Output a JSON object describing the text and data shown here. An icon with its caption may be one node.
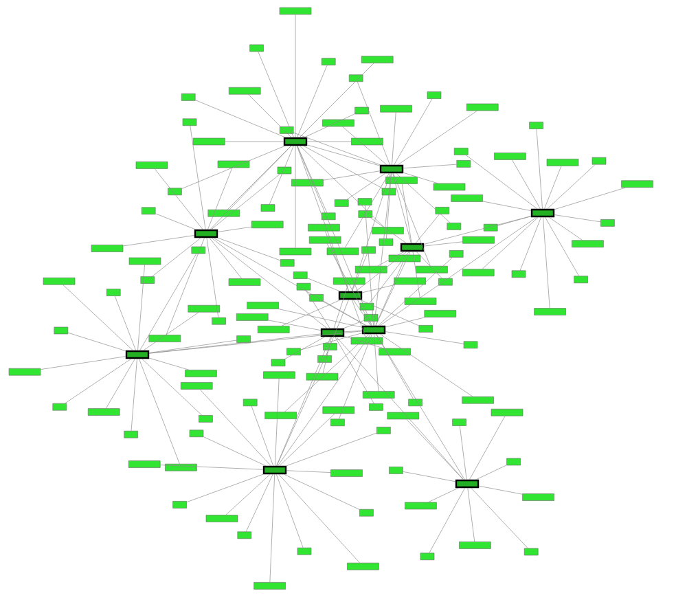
{
  "diagram": {
    "nodes": [
      {
        "text": [],
        "shape": "box"
      },
      {
        "text": [],
        "shape": "box"
      },
      {
        "text": [],
        "shape": "box"
      },
      {
        "text": [],
        "shape": "box"
      },
      {
        "text": [],
        "shape": "box"
      },
      {
        "text": [],
        "shape": "box"
      },
      {
        "text": [],
        "shape": "box"
      },
      {
        "text": [],
        "shape": "box"
      },
      {
        "text": [],
        "shape": "box"
      },
      {
        "text": [],
        "shape": "box"
      },
      {
        "text": [],
        "shape": "box"
      },
      {
        "text": [],
        "shape": "box"
      },
      {
        "text": [],
        "shape": "box"
      },
      {
        "text": [],
        "shape": "box"
      },
      {
        "text": [],
        "shape": "box"
      },
      {
        "text": [],
        "shape": "box"
      },
      {
        "text": [],
        "shape": "box"
      },
      {
        "text": [],
        "shape": "box"
      },
      {
        "text": [],
        "shape": "box"
      },
      {
        "text": [],
        "shape": "box"
      },
      {
        "text": [],
        "shape": "box"
      },
      {
        "text": [],
        "shape": "box"
      },
      {
        "text": [],
        "shape": "box"
      },
      {
        "text": [],
        "shape": "box"
      },
      {
        "text": [],
        "shape": "box"
      },
      {
        "text": [],
        "shape": "box"
      },
      {
        "text": [],
        "shape": "box"
      },
      {
        "text": [],
        "shape": "box"
      },
      {
        "text": [],
        "shape": "box"
      },
      {
        "text": [],
        "shape": "box"
      },
      {
        "text": [],
        "shape": "box"
      },
      {
        "text": [],
        "shape": "box"
      },
      {
        "text": [],
        "shape": "box"
      },
      {
        "text": [],
        "shape": "box"
      },
      {
        "text": [],
        "shape": "box"
      },
      {
        "text": [],
        "shape": "box"
      },
      {
        "text": [],
        "shape": "box"
      },
      {
        "text": [],
        "shape": "box"
      },
      {
        "text": [],
        "shape": "box"
      },
      {
        "text": [],
        "shape": "box"
      },
      {
        "text": [],
        "shape": "box"
      },
      {
        "text": [],
        "shape": "box"
      },
      {
        "text": [],
        "shape": "box"
      },
      {
        "text": [],
        "shape": "box"
      },
      {
        "text": [],
        "shape": "box"
      },
      {
        "text": [],
        "shape": "box"
      },
      {
        "text": [],
        "shape": "box"
      },
      {
        "text": [],
        "shape": "box"
      },
      {
        "text": [],
        "shape": "box"
      },
      {
        "text": [],
        "shape": "box"
      },
      {
        "text": [],
        "shape": "box"
      },
      {
        "text": [],
        "shape": "box"
      },
      {
        "text": [],
        "shape": "box"
      },
      {
        "text": [],
        "shape": "box"
      },
      {
        "text": [],
        "shape": "box"
      },
      {
        "text": [],
        "shape": "box"
      },
      {
        "text": [],
        "shape": "box"
      },
      {
        "text": [],
        "shape": "box"
      },
      {
        "text": [],
        "shape": "box"
      },
      {
        "text": [],
        "shape": "box"
      },
      {
        "text": [],
        "shape": "box"
      },
      {
        "text": [],
        "shape": "box"
      },
      {
        "text": [],
        "shape": "box"
      },
      {
        "text": [],
        "shape": "box"
      },
      {
        "text": [],
        "shape": "box"
      },
      {
        "text": [],
        "shape": "box"
      },
      {
        "text": [],
        "shape": "box"
      },
      {
        "text": [],
        "shape": "box"
      },
      {
        "text": [],
        "shape": "box"
      },
      {
        "text": [],
        "shape": "box"
      },
      {
        "text": [],
        "shape": "box"
      },
      {
        "text": [],
        "shape": "box"
      },
      {
        "text": [],
        "shape": "box"
      },
      {
        "text": [],
        "shape": "box"
      },
      {
        "text": [],
        "shape": "box"
      },
      {
        "text": [],
        "shape": "box"
      },
      {
        "text": [],
        "shape": "box"
      },
      {
        "text": [],
        "shape": "box"
      },
      {
        "text": [],
        "shape": "box"
      },
      {
        "text": [],
        "shape": "box"
      },
      {
        "text": [],
        "shape": "box"
      },
      {
        "text": [],
        "shape": "box"
      },
      {
        "text": [],
        "shape": "box"
      },
      {
        "text": [],
        "shape": "box"
      },
      {
        "text": [],
        "shape": "box"
      },
      {
        "text": [],
        "shape": "box"
      },
      {
        "text": [],
        "shape": "box"
      },
      {
        "text": [],
        "shape": "box"
      },
      {
        "text": [],
        "shape": "box"
      },
      {
        "text": [],
        "shape": "box"
      },
      {
        "text": [],
        "shape": "box"
      },
      {
        "text": [],
        "shape": "box"
      },
      {
        "text": [],
        "shape": "box"
      },
      {
        "text": [],
        "shape": "box"
      },
      {
        "text": [],
        "shape": "box"
      },
      {
        "text": [],
        "shape": "box"
      },
      {
        "text": [],
        "shape": "box"
      },
      {
        "text": [],
        "shape": "box"
      },
      {
        "text": [],
        "shape": "box"
      },
      {
        "text": [],
        "shape": "box"
      },
      {
        "text": [],
        "shape": "box"
      },
      {
        "text": [],
        "shape": "box"
      },
      {
        "text": [],
        "shape": "box"
      },
      {
        "text": [],
        "shape": "box"
      },
      {
        "text": [],
        "shape": "box"
      },
      {
        "text": [],
        "shape": "box"
      },
      {
        "text": [],
        "shape": "box"
      },
      {
        "text": [],
        "shape": "box"
      },
      {
        "text": [],
        "shape": "box"
      },
      {
        "text": [],
        "shape": "box"
      },
      {
        "text": [],
        "shape": "box"
      },
      {
        "text": [],
        "shape": "box"
      },
      {
        "text": [],
        "shape": "box"
      },
      {
        "text": [],
        "shape": "box"
      },
      {
        "text": [],
        "shape": "box"
      },
      {
        "text": [],
        "shape": "box"
      },
      {
        "text": [],
        "shape": "box"
      },
      {
        "text": [],
        "shape": "box"
      },
      {
        "text": [],
        "shape": "box"
      },
      {
        "text": [],
        "shape": "box"
      },
      {
        "text": [],
        "shape": "box"
      },
      {
        "text": [],
        "shape": "box"
      },
      {
        "text": [],
        "shape": "box"
      },
      {
        "text": [],
        "shape": "box"
      },
      {
        "text": [],
        "shape": "box"
      },
      {
        "text": [],
        "shape": "box"
      },
      {
        "text": [],
        "shape": "box"
      },
      {
        "text": [],
        "shape": "box"
      },
      {
        "text": [],
        "shape": "box"
      },
      {
        "text": [],
        "shape": "box"
      },
      {
        "text": [],
        "shape": "box"
      },
      {
        "text": [],
        "shape": "box"
      },
      {
        "text": [],
        "shape": "box"
      },
      {
        "text": [],
        "shape": "box"
      },
      {
        "text": [],
        "shape": "box"
      },
      {
        "text": [],
        "shape": "box"
      },
      {
        "text": [],
        "shape": "box"
      },
      {
        "text": [],
        "shape": "box"
      },
      {
        "text": [],
        "shape": "box"
      },
      {
        "text": [],
        "shape": "box"
      },
      {
        "text": [],
        "shape": "box"
      },
      {
        "text": [],
        "shape": "box"
      },
      {
        "text": [],
        "shape": "box"
      },
      {
        "text": [],
        "shape": "box"
      },
      {
        "text": [],
        "shape": "box"
      }
    ],
    "edges": [
      {
        "from": 0,
        "to": 11,
        "arrow": "none"
      },
      {
        "from": 0,
        "to": 12,
        "arrow": "none"
      },
      {
        "from": 0,
        "to": 13,
        "arrow": "none"
      },
      {
        "from": 0,
        "to": 14,
        "arrow": "none"
      },
      {
        "from": 0,
        "to": 15,
        "arrow": "none"
      },
      {
        "from": 0,
        "to": 16,
        "arrow": "none"
      },
      {
        "from": 0,
        "to": 17,
        "arrow": "none"
      },
      {
        "from": 0,
        "to": 18,
        "arrow": "none"
      },
      {
        "from": 0,
        "to": 19,
        "arrow": "none"
      },
      {
        "from": 0,
        "to": 20,
        "arrow": "none"
      },
      {
        "from": 0,
        "to": 21,
        "arrow": "none"
      },
      {
        "from": 0,
        "to": 22,
        "arrow": "none"
      },
      {
        "from": 0,
        "to": 23,
        "arrow": "none"
      },
      {
        "from": 0,
        "to": 24,
        "arrow": "none"
      },
      {
        "from": 0,
        "to": 25,
        "arrow": "none"
      },
      {
        "from": 0,
        "to": 26,
        "arrow": "none"
      },
      {
        "from": 1,
        "to": 27,
        "arrow": "none"
      },
      {
        "from": 1,
        "to": 28,
        "arrow": "none"
      },
      {
        "from": 1,
        "to": 29,
        "arrow": "none"
      },
      {
        "from": 1,
        "to": 30,
        "arrow": "none"
      },
      {
        "from": 1,
        "to": 31,
        "arrow": "none"
      },
      {
        "from": 1,
        "to": 32,
        "arrow": "none"
      },
      {
        "from": 1,
        "to": 33,
        "arrow": "none"
      },
      {
        "from": 1,
        "to": 34,
        "arrow": "none"
      },
      {
        "from": 1,
        "to": 35,
        "arrow": "none"
      },
      {
        "from": 1,
        "to": 36,
        "arrow": "none"
      },
      {
        "from": 1,
        "to": 37,
        "arrow": "none"
      },
      {
        "from": 1,
        "to": 38,
        "arrow": "none"
      },
      {
        "from": 1,
        "to": 39,
        "arrow": "none"
      },
      {
        "from": 1,
        "to": 40,
        "arrow": "none"
      },
      {
        "from": 2,
        "to": 41,
        "arrow": "none"
      },
      {
        "from": 2,
        "to": 42,
        "arrow": "none"
      },
      {
        "from": 2,
        "to": 43,
        "arrow": "none"
      },
      {
        "from": 2,
        "to": 44,
        "arrow": "none"
      },
      {
        "from": 2,
        "to": 45,
        "arrow": "none"
      },
      {
        "from": 2,
        "to": 46,
        "arrow": "none"
      },
      {
        "from": 2,
        "to": 47,
        "arrow": "none"
      },
      {
        "from": 2,
        "to": 48,
        "arrow": "none"
      },
      {
        "from": 2,
        "to": 49,
        "arrow": "none"
      },
      {
        "from": 2,
        "to": 50,
        "arrow": "none"
      },
      {
        "from": 2,
        "to": 51,
        "arrow": "none"
      },
      {
        "from": 2,
        "to": 52,
        "arrow": "none"
      },
      {
        "from": 2,
        "to": 53,
        "arrow": "none"
      },
      {
        "from": 2,
        "to": 54,
        "arrow": "none"
      },
      {
        "from": 3,
        "to": 55,
        "arrow": "none"
      },
      {
        "from": 3,
        "to": 56,
        "arrow": "none"
      },
      {
        "from": 3,
        "to": 57,
        "arrow": "none"
      },
      {
        "from": 3,
        "to": 58,
        "arrow": "none"
      },
      {
        "from": 3,
        "to": 59,
        "arrow": "none"
      },
      {
        "from": 3,
        "to": 60,
        "arrow": "none"
      },
      {
        "from": 3,
        "to": 61,
        "arrow": "none"
      },
      {
        "from": 3,
        "to": 62,
        "arrow": "none"
      },
      {
        "from": 3,
        "to": 63,
        "arrow": "none"
      },
      {
        "from": 3,
        "to": 64,
        "arrow": "none"
      },
      {
        "from": 3,
        "to": 65,
        "arrow": "none"
      },
      {
        "from": 3,
        "to": 66,
        "arrow": "none"
      },
      {
        "from": 4,
        "to": 67,
        "arrow": "none"
      },
      {
        "from": 4,
        "to": 68,
        "arrow": "none"
      },
      {
        "from": 4,
        "to": 69,
        "arrow": "none"
      },
      {
        "from": 4,
        "to": 70,
        "arrow": "none"
      },
      {
        "from": 4,
        "to": 71,
        "arrow": "none"
      },
      {
        "from": 4,
        "to": 72,
        "arrow": "none"
      },
      {
        "from": 4,
        "to": 73,
        "arrow": "none"
      },
      {
        "from": 4,
        "to": 74,
        "arrow": "none"
      },
      {
        "from": 5,
        "to": 75,
        "arrow": "none"
      },
      {
        "from": 5,
        "to": 76,
        "arrow": "none"
      },
      {
        "from": 5,
        "to": 77,
        "arrow": "none"
      },
      {
        "from": 5,
        "to": 78,
        "arrow": "none"
      },
      {
        "from": 5,
        "to": 79,
        "arrow": "none"
      },
      {
        "from": 5,
        "to": 80,
        "arrow": "none"
      },
      {
        "from": 5,
        "to": 81,
        "arrow": "none"
      },
      {
        "from": 5,
        "to": 82,
        "arrow": "none"
      },
      {
        "from": 5,
        "to": 83,
        "arrow": "none"
      },
      {
        "from": 5,
        "to": 84,
        "arrow": "none"
      },
      {
        "from": 5,
        "to": 85,
        "arrow": "none"
      },
      {
        "from": 5,
        "to": 86,
        "arrow": "none"
      },
      {
        "from": 5,
        "to": 87,
        "arrow": "none"
      },
      {
        "from": 5,
        "to": 88,
        "arrow": "none"
      },
      {
        "from": 6,
        "to": 89,
        "arrow": "none"
      },
      {
        "from": 6,
        "to": 90,
        "arrow": "none"
      },
      {
        "from": 6,
        "to": 91,
        "arrow": "none"
      },
      {
        "from": 6,
        "to": 92,
        "arrow": "none"
      },
      {
        "from": 6,
        "to": 93,
        "arrow": "none"
      },
      {
        "from": 6,
        "to": 94,
        "arrow": "none"
      },
      {
        "from": 6,
        "to": 95,
        "arrow": "none"
      },
      {
        "from": 6,
        "to": 96,
        "arrow": "none"
      },
      {
        "from": 7,
        "to": 97,
        "arrow": "none"
      },
      {
        "from": 7,
        "to": 98,
        "arrow": "none"
      },
      {
        "from": 7,
        "to": 99,
        "arrow": "none"
      },
      {
        "from": 7,
        "to": 100,
        "arrow": "none"
      },
      {
        "from": 7,
        "to": 101,
        "arrow": "none"
      },
      {
        "from": 7,
        "to": 102,
        "arrow": "none"
      },
      {
        "from": 7,
        "to": 103,
        "arrow": "none"
      },
      {
        "from": 7,
        "to": 104,
        "arrow": "none"
      },
      {
        "from": 7,
        "to": 105,
        "arrow": "none"
      },
      {
        "from": 7,
        "to": 106,
        "arrow": "none"
      },
      {
        "from": 7,
        "to": 107,
        "arrow": "none"
      },
      {
        "from": 7,
        "to": 108,
        "arrow": "none"
      },
      {
        "from": 7,
        "to": 109,
        "arrow": "none"
      },
      {
        "from": 7,
        "to": 110,
        "arrow": "none"
      },
      {
        "from": 8,
        "to": 111,
        "arrow": "none"
      },
      {
        "from": 8,
        "to": 112,
        "arrow": "none"
      },
      {
        "from": 8,
        "to": 113,
        "arrow": "none"
      },
      {
        "from": 8,
        "to": 114,
        "arrow": "none"
      },
      {
        "from": 8,
        "to": 115,
        "arrow": "none"
      },
      {
        "from": 8,
        "to": 116,
        "arrow": "none"
      },
      {
        "from": 8,
        "to": 117,
        "arrow": "none"
      },
      {
        "from": 8,
        "to": 118,
        "arrow": "none"
      },
      {
        "from": 8,
        "to": 119,
        "arrow": "none"
      },
      {
        "from": 8,
        "to": 120,
        "arrow": "none"
      },
      {
        "from": 8,
        "to": 121,
        "arrow": "none"
      },
      {
        "from": 8,
        "to": 122,
        "arrow": "none"
      },
      {
        "from": 8,
        "to": 123,
        "arrow": "none"
      },
      {
        "from": 8,
        "to": 124,
        "arrow": "none"
      },
      {
        "from": 8,
        "to": 125,
        "arrow": "none"
      },
      {
        "from": 8,
        "to": 126,
        "arrow": "none"
      },
      {
        "from": 9,
        "to": 127,
        "arrow": "none"
      },
      {
        "from": 9,
        "to": 128,
        "arrow": "none"
      },
      {
        "from": 9,
        "to": 129,
        "arrow": "none"
      },
      {
        "from": 9,
        "to": 130,
        "arrow": "none"
      },
      {
        "from": 9,
        "to": 131,
        "arrow": "none"
      },
      {
        "from": 9,
        "to": 132,
        "arrow": "none"
      },
      {
        "from": 9,
        "to": 133,
        "arrow": "none"
      },
      {
        "from": 9,
        "to": 134,
        "arrow": "none"
      },
      {
        "from": 9,
        "to": 135,
        "arrow": "none"
      },
      {
        "from": 9,
        "to": 136,
        "arrow": "none"
      },
      {
        "from": 10,
        "to": 137,
        "arrow": "none"
      },
      {
        "from": 10,
        "to": 138,
        "arrow": "none"
      },
      {
        "from": 10,
        "to": 139,
        "arrow": "none"
      },
      {
        "from": 10,
        "to": 140,
        "arrow": "none"
      },
      {
        "from": 10,
        "to": 141,
        "arrow": "none"
      },
      {
        "from": 10,
        "to": 142,
        "arrow": "none"
      },
      {
        "from": 10,
        "to": 143,
        "arrow": "none"
      },
      {
        "from": 10,
        "to": 144,
        "arrow": "none"
      },
      {
        "from": 0,
        "to": 1,
        "arrow": "none"
      },
      {
        "from": 0,
        "to": 4,
        "arrow": "none"
      },
      {
        "from": 0,
        "to": 5,
        "arrow": "none"
      },
      {
        "from": 0,
        "to": 3,
        "arrow": "none"
      },
      {
        "from": 1,
        "to": 5,
        "arrow": "none"
      },
      {
        "from": 1,
        "to": 10,
        "arrow": "none"
      },
      {
        "from": 1,
        "to": 4,
        "arrow": "none"
      },
      {
        "from": 3,
        "to": 6,
        "arrow": "none"
      },
      {
        "from": 3,
        "to": 5,
        "arrow": "none"
      },
      {
        "from": 4,
        "to": 5,
        "arrow": "none"
      },
      {
        "from": 5,
        "to": 6,
        "arrow": "none"
      },
      {
        "from": 5,
        "to": 10,
        "arrow": "none"
      },
      {
        "from": 2,
        "to": 5,
        "arrow": "none"
      },
      {
        "from": 2,
        "to": 10,
        "arrow": "none"
      },
      {
        "from": 7,
        "to": 6,
        "arrow": "none"
      },
      {
        "from": 7,
        "to": 5,
        "arrow": "none"
      },
      {
        "from": 8,
        "to": 5,
        "arrow": "none"
      },
      {
        "from": 8,
        "to": 6,
        "arrow": "none"
      },
      {
        "from": 9,
        "to": 5,
        "arrow": "none"
      },
      {
        "from": 9,
        "to": 6,
        "arrow": "none"
      },
      {
        "from": 10,
        "to": 4,
        "arrow": "none"
      }
    ]
  }
}
